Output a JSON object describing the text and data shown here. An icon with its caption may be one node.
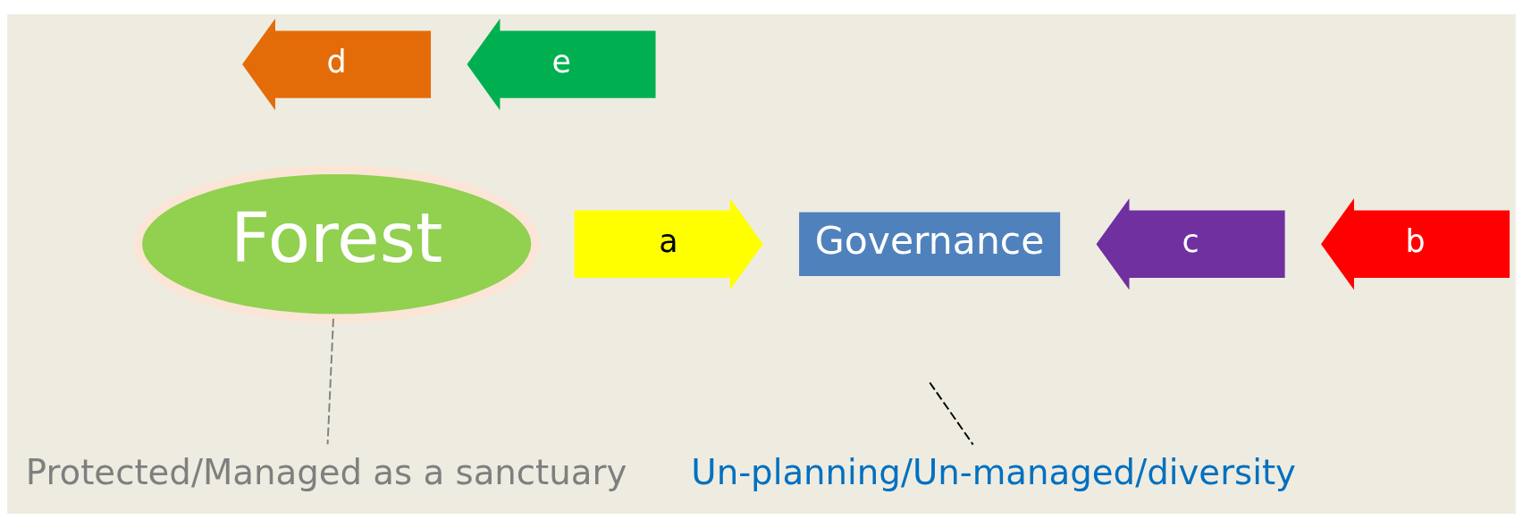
{
  "diagram": {
    "nodes": [
      {
        "text": [
          "Forest"
        ]
      },
      {
        "text": [
          "a"
        ]
      },
      {
        "text": [
          "Governance"
        ]
      },
      {
        "text": [
          "c"
        ]
      },
      {
        "text": [
          "b"
        ]
      },
      {
        "text": [
          "d"
        ]
      },
      {
        "text": [
          "e"
        ]
      },
      {
        "text": [
          "Protected/Managed as a sanctuary"
        ]
      },
      {
        "text": [
          "Un-planning/Un-managed/diversity"
        ]
      }
    ],
    "edges": [
      {
        "from": 0,
        "to": 7,
        "arrow": "none",
        "style": "dashed",
        "color": "#808080"
      },
      {
        "from": null,
        "to": 8,
        "arrow": "none",
        "style": "dashed",
        "color": "#000000"
      }
    ]
  }
}
